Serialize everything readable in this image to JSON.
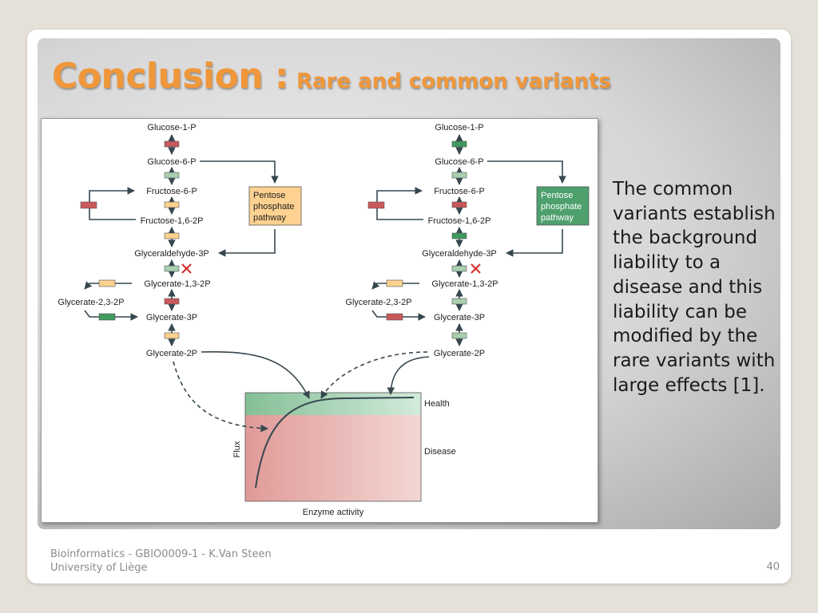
{
  "slide": {
    "title_main": "Conclusion :",
    "title_sub": "Rare and common variants",
    "body": "The common variants establish the background liability to a disease and this liability can be modified by the rare variants with large effects [1].",
    "footer_line1": "Bioinformatics - GBIO0009-1 - K.Van Steen",
    "footer_line2": "University of Liège",
    "page_number": "40"
  },
  "diagram": {
    "left": {
      "metabolites": {
        "g1p": "Glucose-1-P",
        "g6p": "Glucose-6-P",
        "f6p": "Fructose-6-P",
        "f16bp": "Fructose-1,6-2P",
        "g3p": "Glyceraldehyde-3P",
        "g13bp": "Glycerate-1,3-2P",
        "g23bp": "Glycerate-2,3-2P",
        "g3pg": "Glycerate-3P",
        "g2pg": "Glycerate-2P"
      },
      "ppp": [
        "Pentose",
        "phosphate",
        "pathway"
      ]
    },
    "right": {
      "metabolites": {
        "g1p": "Glucose-1-P",
        "g6p": "Glucose-6-P",
        "f6p": "Fructose-6-P",
        "f16bp": "Fructose-1,6-2P",
        "g3p": "Glyceraldehyde-3P",
        "g13bp": "Glycerate-1,3-2P",
        "g23bp": "Glycerate-2,3-2P",
        "g3pg": "Glycerate-3P",
        "g2pg": "Glycerate-2P"
      },
      "ppp": [
        "Pentose",
        "phosphate",
        "pathway"
      ]
    },
    "graph": {
      "health_label": "Health",
      "disease_label": "Disease",
      "xlabel": "Enzyme activity",
      "ylabel": "Flux"
    },
    "colors": {
      "red": "#c9585a",
      "light_green": "#a8cfae",
      "green": "#3f9a5e",
      "orange": "#fdd18f",
      "ppp_left": "#fdd18f",
      "ppp_right": "#4ea06d",
      "cross": "#d62a2a"
    }
  }
}
